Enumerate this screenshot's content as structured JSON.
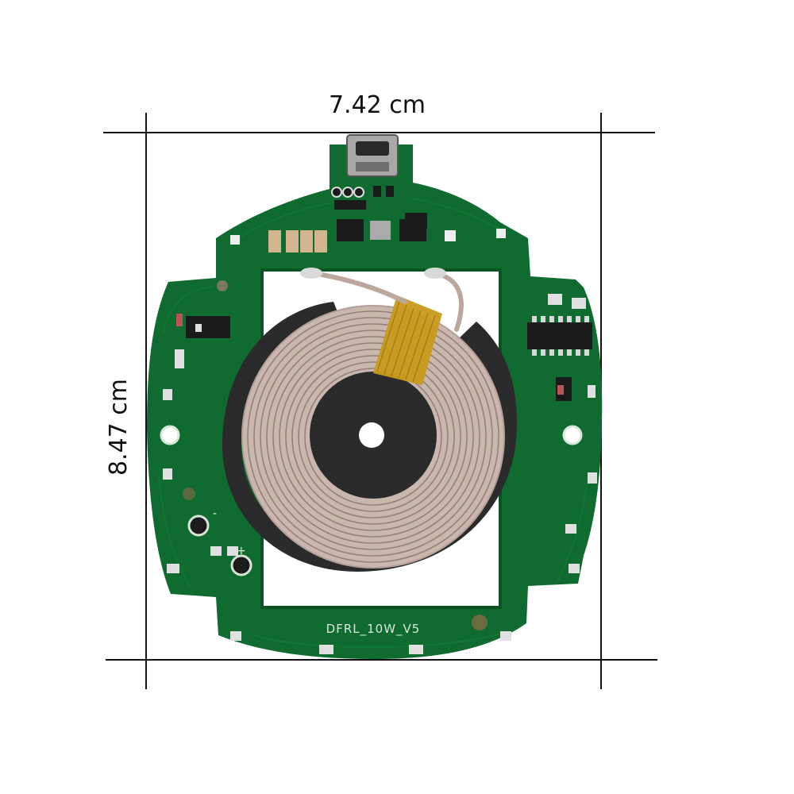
{
  "dimensions": {
    "width_label": "7.42 cm",
    "height_label": "8.47 cm"
  },
  "board": {
    "silkscreen_label": "DFRL_10W_V5"
  },
  "colors": {
    "pcb_green": "#0f6b2f",
    "pcb_dark": "#0b5323",
    "coil_copper": "#c9b7ae",
    "ferrite": "#2b2b2b",
    "kapton_tape": "#c89a1a",
    "component_dark": "#1b1b1b",
    "dimension_line": "#111111"
  }
}
